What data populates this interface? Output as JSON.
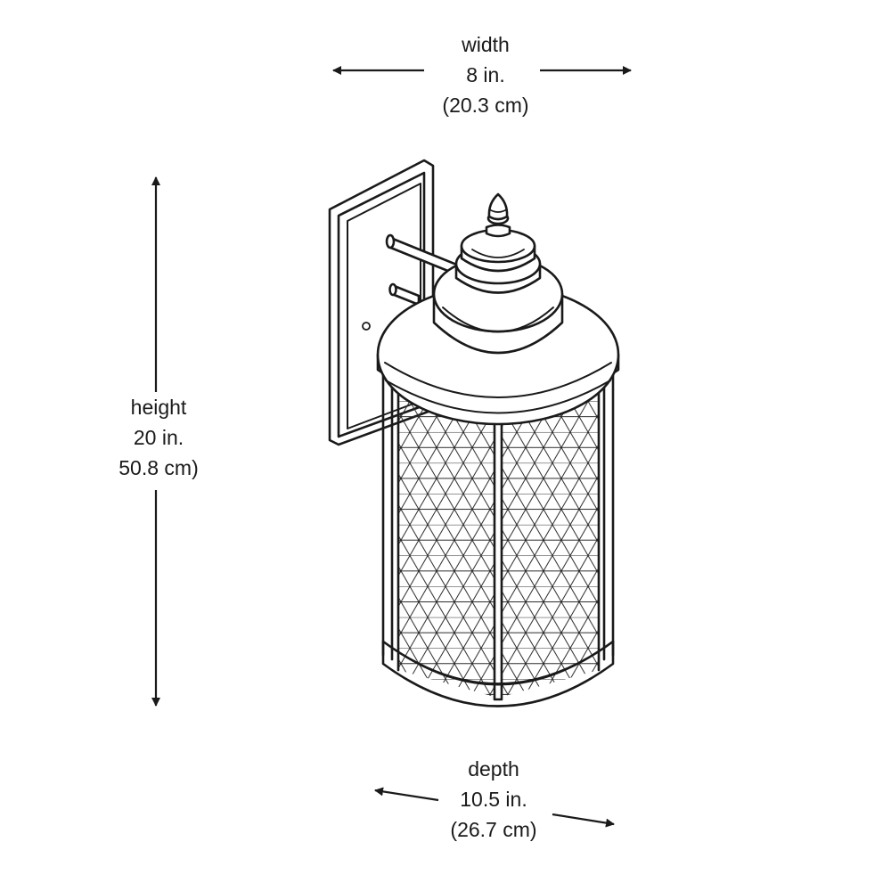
{
  "dimensions": {
    "width": {
      "name": "width",
      "imperial": "8 in.",
      "metric": "(20.3 cm)"
    },
    "height": {
      "name": "height",
      "imperial": "20 in.",
      "metric": "50.8 cm)"
    },
    "depth": {
      "name": "depth",
      "imperial": "10.5 in.",
      "metric": "(26.7 cm)"
    }
  },
  "colors": {
    "line": "#1a1a1a",
    "background": "#ffffff"
  },
  "illustration": "wall-lantern-line-drawing"
}
